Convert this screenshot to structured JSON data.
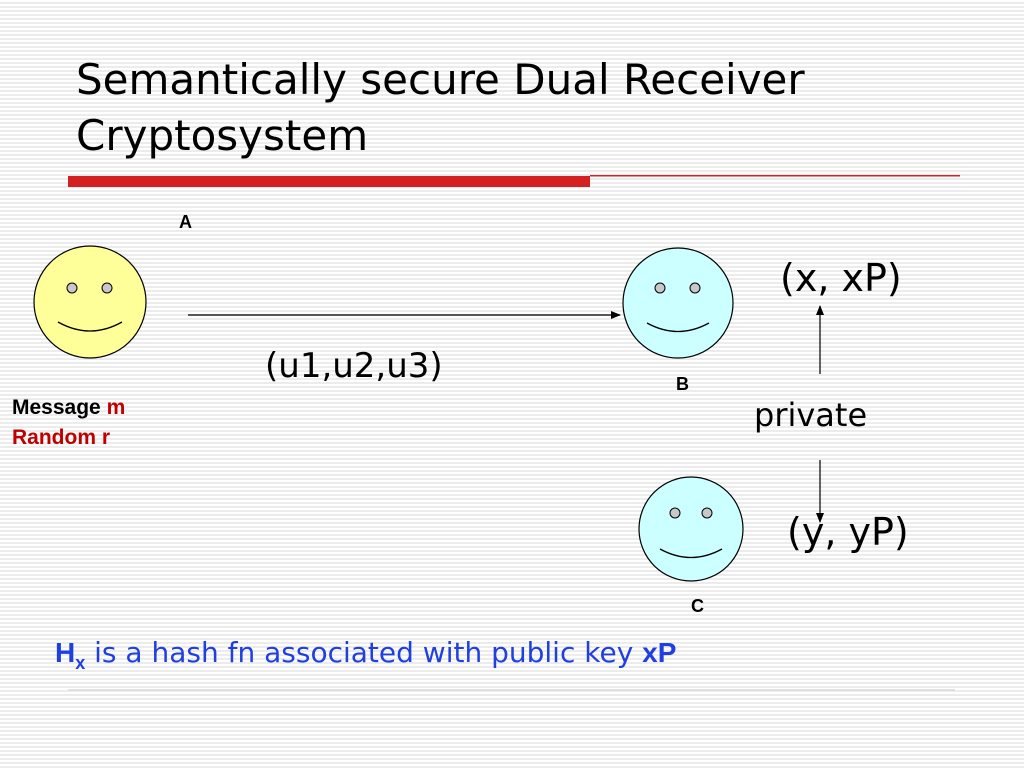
{
  "title_line1": "Semantically secure Dual Receiver",
  "title_line2": "Cryptosystem",
  "nodes": {
    "a": "A",
    "b": "B",
    "c": "C"
  },
  "sender": {
    "message_label": "Message",
    "message_var": "m",
    "random_label": "Random r"
  },
  "ciphertext": "(u1,u2,u3)",
  "key_b": "(x, xP)",
  "key_c": "(y, yP)",
  "private_label": "private",
  "footnote": {
    "hash_symbol": "H",
    "hash_subscript": "x",
    "text": " is a hash fn associated with public key ",
    "key": "xP"
  },
  "colors": {
    "accent_red": "#d42020",
    "face_yellow": "#ffff99",
    "face_blue": "#ccffff",
    "footnote_blue": "#1f3fe0",
    "message_red": "#c00000"
  }
}
